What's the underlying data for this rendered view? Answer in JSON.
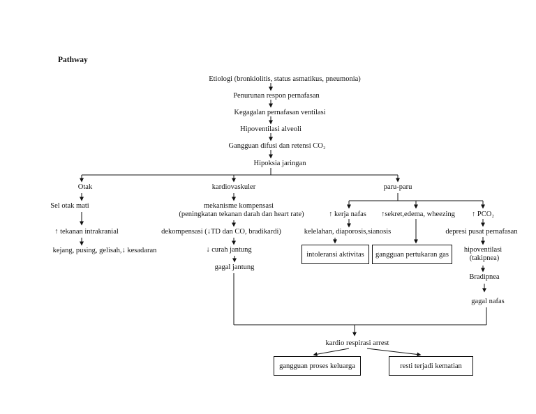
{
  "page": {
    "title": "Pathway"
  },
  "flowchart": {
    "chain": {
      "etiologi": "Etiologi (bronkiolitis, status asmatikus, pneumonia)",
      "penurunan": "Penurunan respon pernafasan",
      "kegagalan": "Kegagalan pernafasan ventilasi",
      "hipoventilasi": "Hipoventilasi alveoli",
      "difusi": "Gangguan difusi dan retensi CO₂",
      "hipoksia": "Hipoksia jaringan"
    },
    "otak": {
      "label": "Otak",
      "sel_otak_mati": "Sel otak mati",
      "tekanan": "↑ tekanan intrakranial",
      "kejang": "kejang, pusing, gelisah,↓ kesadaran"
    },
    "kardiovaskuler": {
      "label": "kardiovaskuler",
      "mekanisme_1": "mekanisme kompensasi",
      "mekanisme_2": "(peningkatan tekanan darah dan heart rate)",
      "dekompensasi": "dekompensasi (↓TD dan CO, bradikardi)",
      "curah": "↓ curah jantung",
      "gagal_jantung": "gagal jantung"
    },
    "paru": {
      "label": "paru-paru",
      "kerja_nafas": "↑ kerja nafas",
      "sekret": "↑sekret,edema, wheezing",
      "pco2": "↑ PCO₂",
      "kelelahan": "kelelahan, diaporosis,sianosis",
      "intoleransi": "intoleransi aktivitas",
      "pertukaran_gas": "gangguan pertukaran gas",
      "depresi": "depresi pusat pernafasan",
      "hipoventilasi_1": "hipoventilasi",
      "hipoventilasi_2": "(takipnea)",
      "bradipnea": "Bradipnea",
      "gagal_nafas": "gagal nafas"
    },
    "bottom": {
      "arrest": "kardio respirasi arrest",
      "keluarga": "gangguan proses keluarga",
      "kematian": "resti terjadi kematian"
    }
  },
  "colors": {
    "line": "#111111",
    "background": "#ffffff"
  }
}
